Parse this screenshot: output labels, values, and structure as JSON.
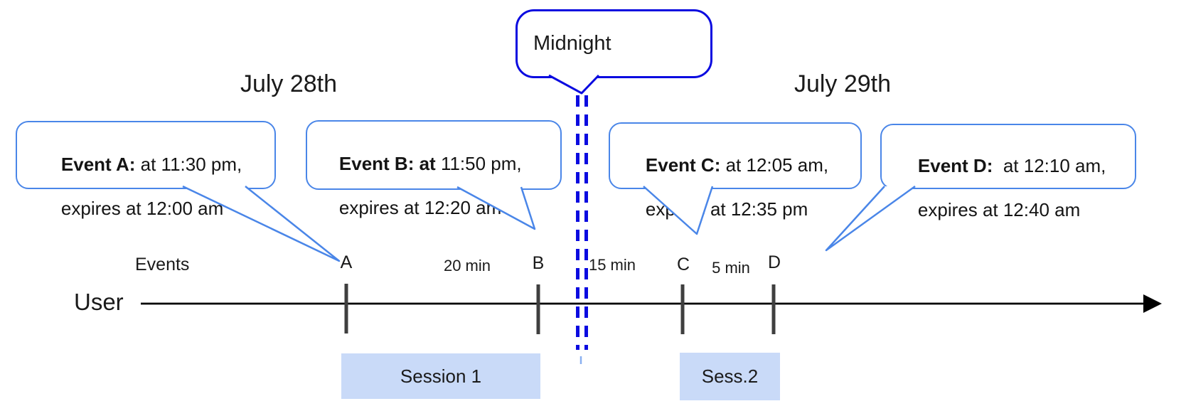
{
  "colors": {
    "callout_border": "#4a86e8",
    "midnight_blue": "#0b0be0",
    "midnight_dash_fade": "#8ab0f0",
    "session_fill": "#c9daf8",
    "tick_gray": "#3f3f3f",
    "timeline_black": "#000000"
  },
  "dates": {
    "left": "July 28th",
    "right": "July 29th"
  },
  "midnight": {
    "label": "Midnight"
  },
  "events": [
    {
      "id": "A",
      "bold": "Event A:",
      "line1_rest": " at 11:30 pm,",
      "line2": "expires at 12:00 am"
    },
    {
      "id": "B",
      "bold": "Event B: at",
      "line1_rest": " 11:50 pm,",
      "line2": "expires at 12:20 am"
    },
    {
      "id": "C",
      "bold": "Event C:",
      "line1_rest": " at 12:05 am,",
      "line2": "expires at 12:35 pm"
    },
    {
      "id": "D",
      "bold": "Event D:",
      "line1_rest": "  at 12:10 am,",
      "line2": "expires at 12:40 am"
    }
  ],
  "timeline": {
    "axis_label": "User",
    "events_label": "Events",
    "tick_labels": [
      "A",
      "B",
      "C",
      "D"
    ],
    "intervals": [
      {
        "label": "20 min"
      },
      {
        "label": "15 min"
      },
      {
        "label": "5 min"
      }
    ]
  },
  "sessions": [
    {
      "label": "Session 1"
    },
    {
      "label": "Sess.2"
    }
  ]
}
